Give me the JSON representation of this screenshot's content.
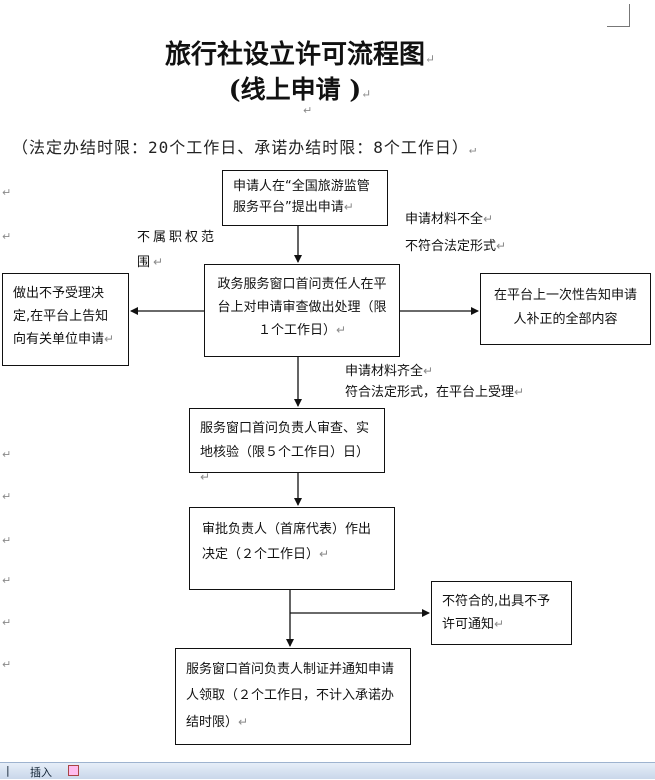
{
  "title": {
    "line1": "旅行社设立许可流程图",
    "line2": "(线上申请 )"
  },
  "subtitle": "（法定办结时限：20个工作日、承诺办结时限：8个工作日）",
  "marks": {
    "paragraph": "↵",
    "return": "↵"
  },
  "nodes": {
    "applicant": "申请人在“全国旅游监管服务平台”提出申请",
    "window_review": "政务服务窗口首问责任人在平台上对申请审查做出处理（限１个工作日）",
    "not_accepted": "做出不予受理决定,在平台上告知向有关单位申请",
    "notify_supplement": "在平台上一次性告知申请人补正的全部内容",
    "onsite_check": "服务窗口首问负责人审查、实地核验（限５个工作日）日）",
    "decision": "审批负责人（首席代表）作出决定（２个工作日）",
    "non_compliant": "不符合的,出具不予许可通知",
    "certificate": "服务窗口首问负责人制证并通知申请人领取（２个工作日，不计入承诺办结时限）"
  },
  "labels": {
    "out_of_scope": "不属职权范围",
    "materials_incomplete_1": "申请材料不全",
    "materials_incomplete_2": "不符合法定形式",
    "materials_complete_1": "申请材料齐全",
    "materials_complete_2": "符合法定形式，在平台上受理"
  },
  "taskbar": {
    "insert_label": "插入"
  }
}
